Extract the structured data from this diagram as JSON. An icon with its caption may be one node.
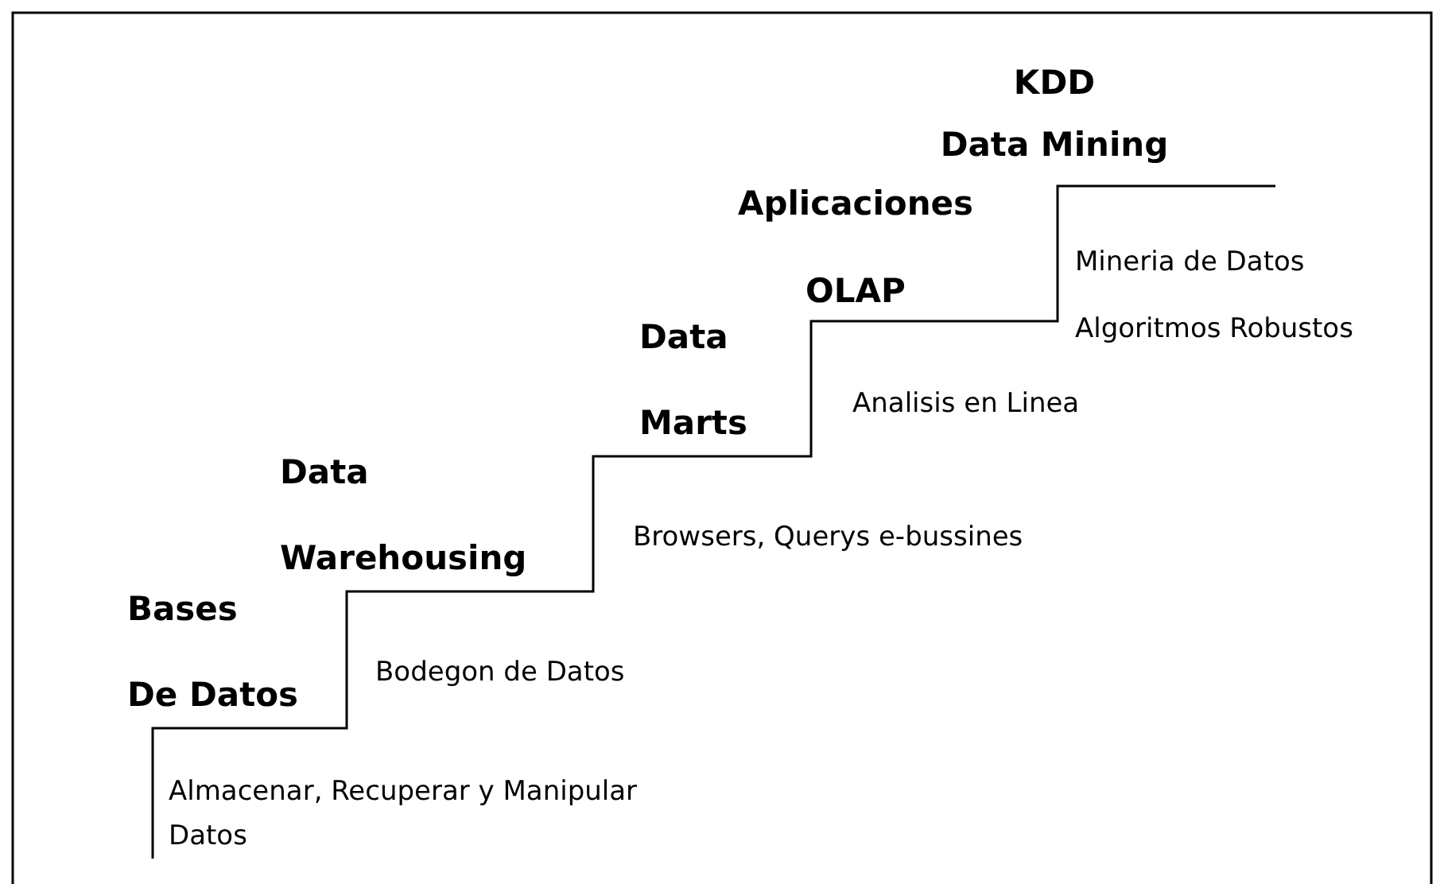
{
  "diagram": {
    "labels": [
      "KDD Data Mining",
      "Aplicaciones OLAP",
      "Mineria de Datos Algoritmos Robustos",
      "Data Marts",
      "Analisis en Linea",
      "Data Warehousing",
      "Browsers, Querys e-bussines",
      "Bases De Datos",
      "Bodegon de Datos",
      "Almacenar, Recuperar y Manipular Datos"
    ]
  }
}
